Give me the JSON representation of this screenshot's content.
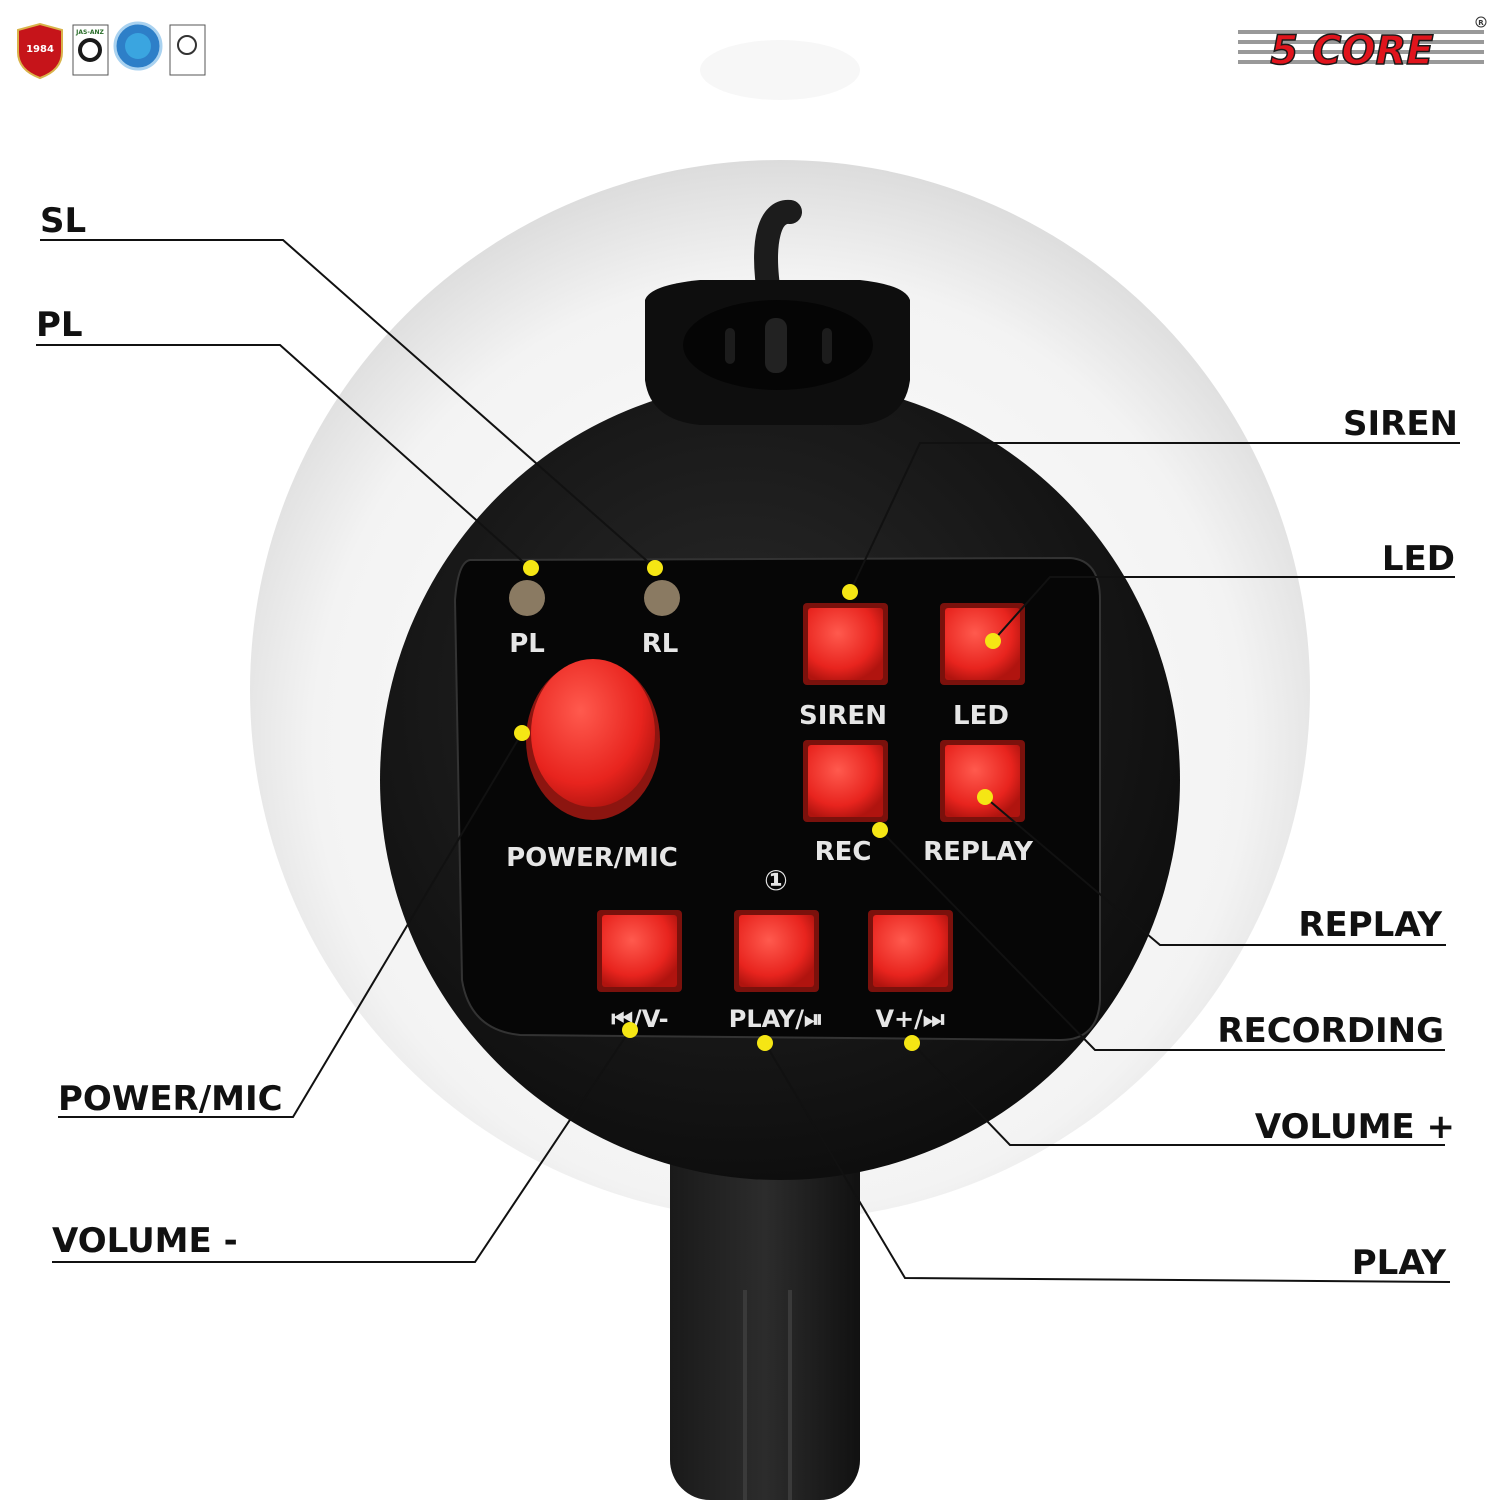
{
  "brand": {
    "name": "5 CORE",
    "registered_mark": "R",
    "color": "#e0141c"
  },
  "badges": {
    "since_badge": "1984",
    "iso_badge": "JAS-ANZ"
  },
  "panel": {
    "indicators": [
      "PL",
      "RL"
    ],
    "power_label": "POWER/MIC",
    "buttons_top": [
      "SIREN",
      "LED"
    ],
    "buttons_mid": [
      "REC",
      "REPLAY"
    ],
    "buttons_bottom": [
      "⏮/V-",
      "PLAY/⏯",
      "V+/⏭"
    ],
    "power_symbol": "①"
  },
  "callouts": {
    "sl": "SL",
    "pl": "PL",
    "siren": "SIREN",
    "led": "LED",
    "replay": "REPLAY",
    "recording": "RECORDING",
    "volume_plus": "VOLUME +",
    "power_mic": "POWER/MIC",
    "volume_minus": "VOLUME -",
    "play": "PLAY"
  },
  "colors": {
    "marker": "#f5e614",
    "button_red": "#e8241e",
    "body_black": "#141414",
    "horn_white": "#f2f2f2"
  }
}
